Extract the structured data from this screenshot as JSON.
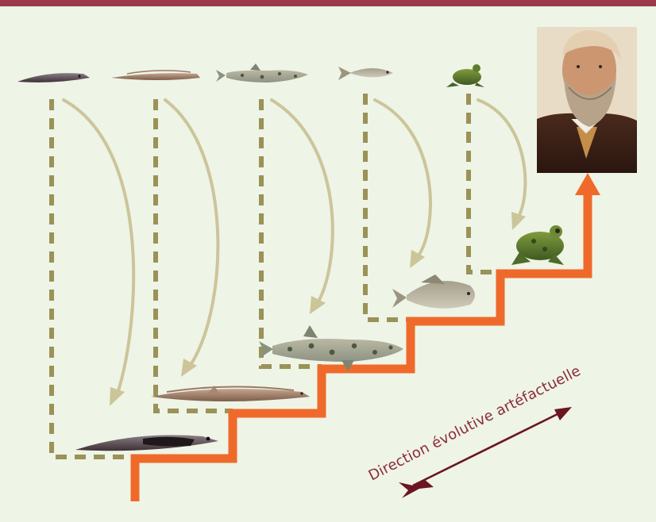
{
  "figure": {
    "direction_label": "Direction évolutive artéfactuelle"
  },
  "colors": {
    "top_bar": "#9b3a48",
    "background": "#eef4e6",
    "dashed_lines": "#9a9257",
    "curved_arrows": "#ccc59a",
    "staircase": "#ef6a2a",
    "direction_arrow": "#6b1620"
  },
  "lineage": [
    {
      "order": 1,
      "picture": "lamprey-like jawless fish"
    },
    {
      "order": 2,
      "picture": "eel-like fish"
    },
    {
      "order": 3,
      "picture": "spotted shark"
    },
    {
      "order": 4,
      "picture": "carp"
    },
    {
      "order": 5,
      "picture": "frog"
    },
    {
      "order": 6,
      "picture": "bearded man portrait"
    }
  ]
}
